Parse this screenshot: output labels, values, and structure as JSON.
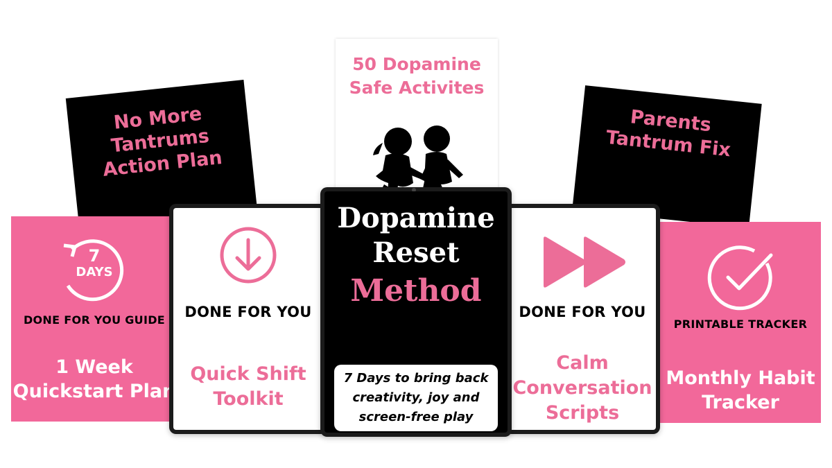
{
  "cards": {
    "tantrums": {
      "title": "No More\nTantrums\nAction Plan"
    },
    "activities": {
      "title": "50 Dopamine\nSafe Activites"
    },
    "parents": {
      "title": "Parents\nTantrum Fix"
    },
    "quickstart": {
      "badge_number": "7",
      "badge_unit": "DAYS",
      "heading": "DONE FOR YOU GUIDE",
      "title": "1 Week\nQuickstart Plan"
    },
    "tracker": {
      "heading": "PRINTABLE TRACKER",
      "title": "Monthly Habit\nTracker"
    }
  },
  "tablets": {
    "left": {
      "icon": "download-circle-icon",
      "heading": "DONE FOR YOU",
      "title": "Quick Shift\nToolkit"
    },
    "center": {
      "title": "Dopamine\nReset",
      "accent": "Method",
      "tagline": "7 Days to bring back\ncreativity, joy and\nscreen-free play"
    },
    "right": {
      "icon": "fast-forward-icon",
      "heading": "DONE FOR YOU",
      "title": "Calm\nConversation\nScripts"
    }
  },
  "colors": {
    "pink": "#ec6d98",
    "pink_card": "#f2689a",
    "black": "#000000",
    "white": "#ffffff"
  }
}
